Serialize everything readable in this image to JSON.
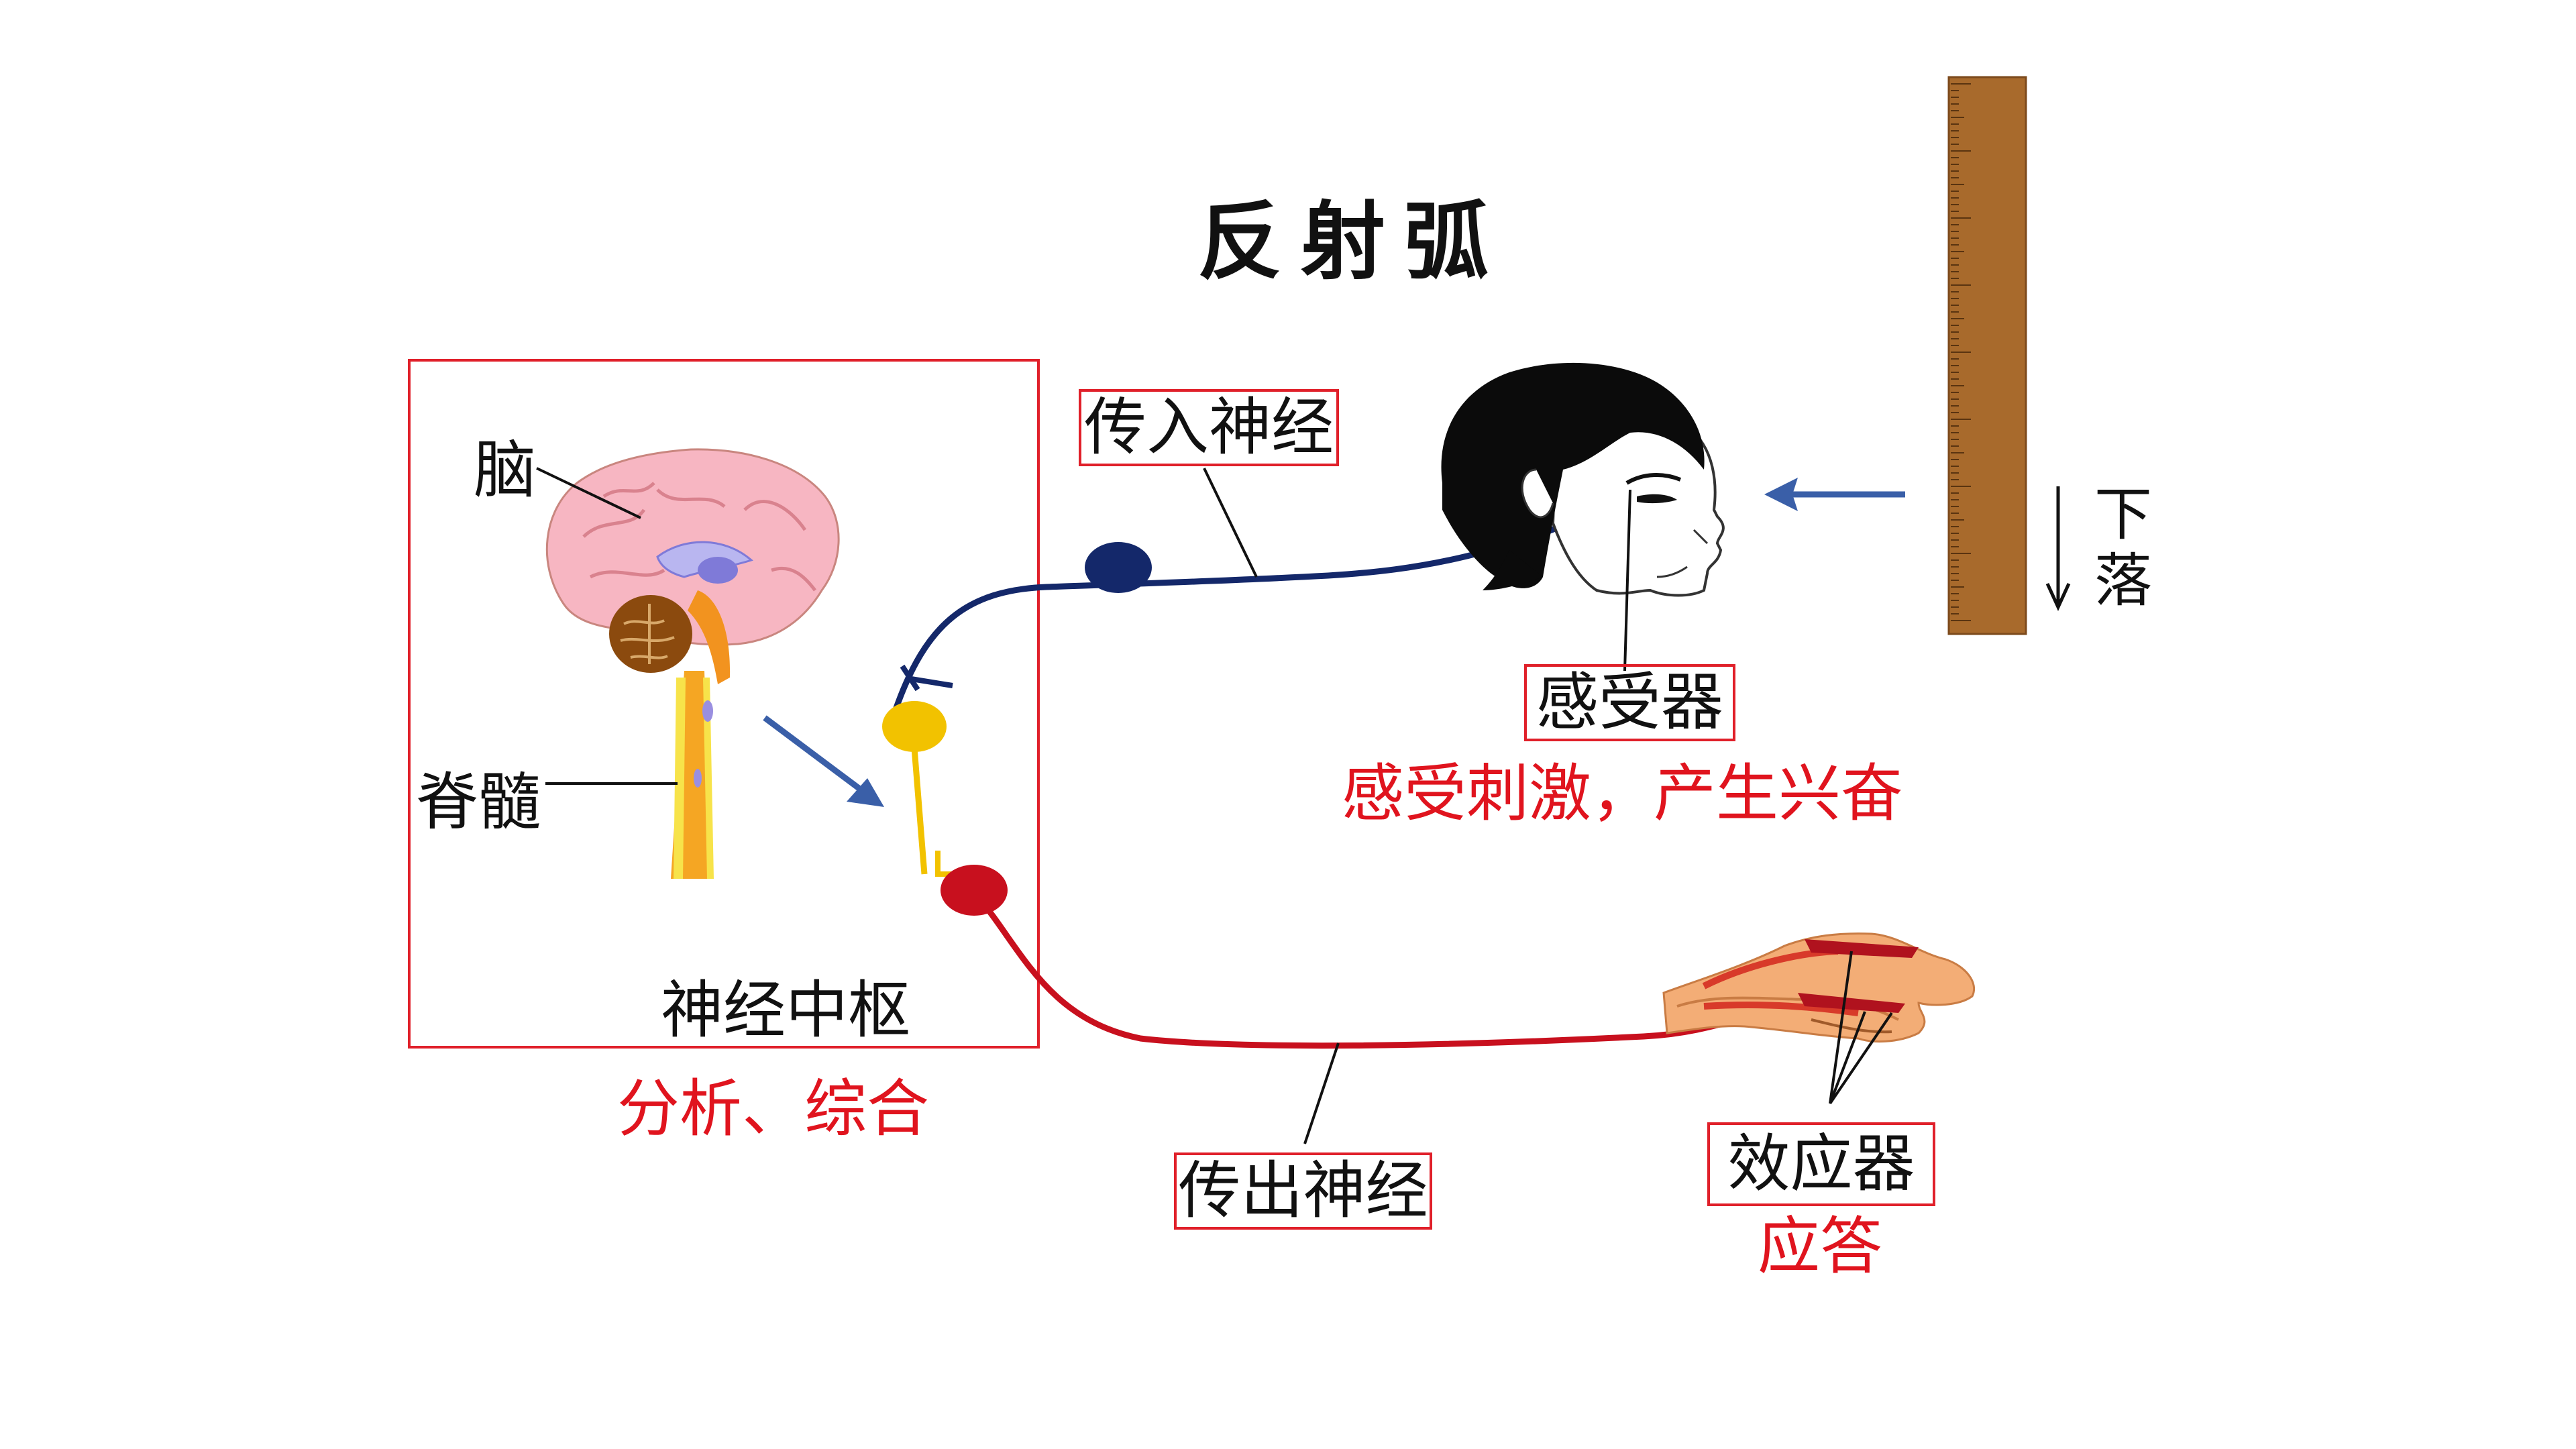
{
  "diagram": {
    "title": "反射弧",
    "center_box": {
      "brain_label": "脑",
      "spinal_cord_label": "脊髓",
      "center_label": "神经中枢"
    },
    "center_function": "分析、综合",
    "afferent_nerve_label": "传入神经",
    "efferent_nerve_label": "传出神经",
    "receptor_label": "感受器",
    "receptor_function": "感受刺激，产生兴奋",
    "effector_label": "效应器",
    "effector_function": "应答",
    "falling_label": "下落",
    "falling_arrow_glyph": "↓",
    "colors": {
      "afferent": "#14286a",
      "efferent": "#c8101e",
      "interneuron": "#f2c200",
      "frame": "#e0202a",
      "highlight_text": "#e0141e",
      "arrow": "#3a5fa8",
      "ruler": "#a86a2c"
    }
  }
}
